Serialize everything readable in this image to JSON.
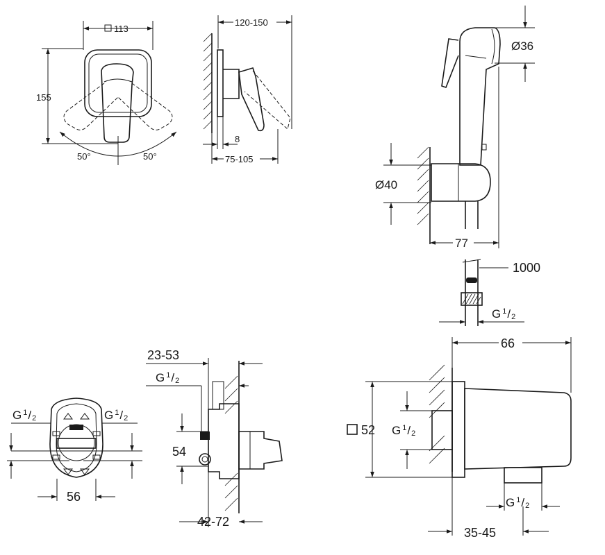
{
  "dimensions": {
    "top_front_width": "113",
    "top_front_height": "155",
    "angle_left": "50°",
    "angle_right": "50°",
    "side_projection": "120-150",
    "side_plate": "8",
    "side_depth": "75-105",
    "hand_shower_diameter": "Ø36",
    "holder_diameter": "Ø40",
    "holder_projection": "77",
    "hose_length": "1000",
    "hose_thread": "G",
    "valve_thread_left": "G",
    "valve_thread_right": "G",
    "valve_spacing": "56",
    "box_range": "23-53",
    "box_thread": "G",
    "box_height": "54",
    "box_depth": "42-72",
    "elbow_projection": "66",
    "elbow_square": "52",
    "elbow_inlet": "G",
    "elbow_outlet": "G",
    "elbow_range": "35-45"
  },
  "fraction": {
    "num": "1",
    "den": "2"
  }
}
